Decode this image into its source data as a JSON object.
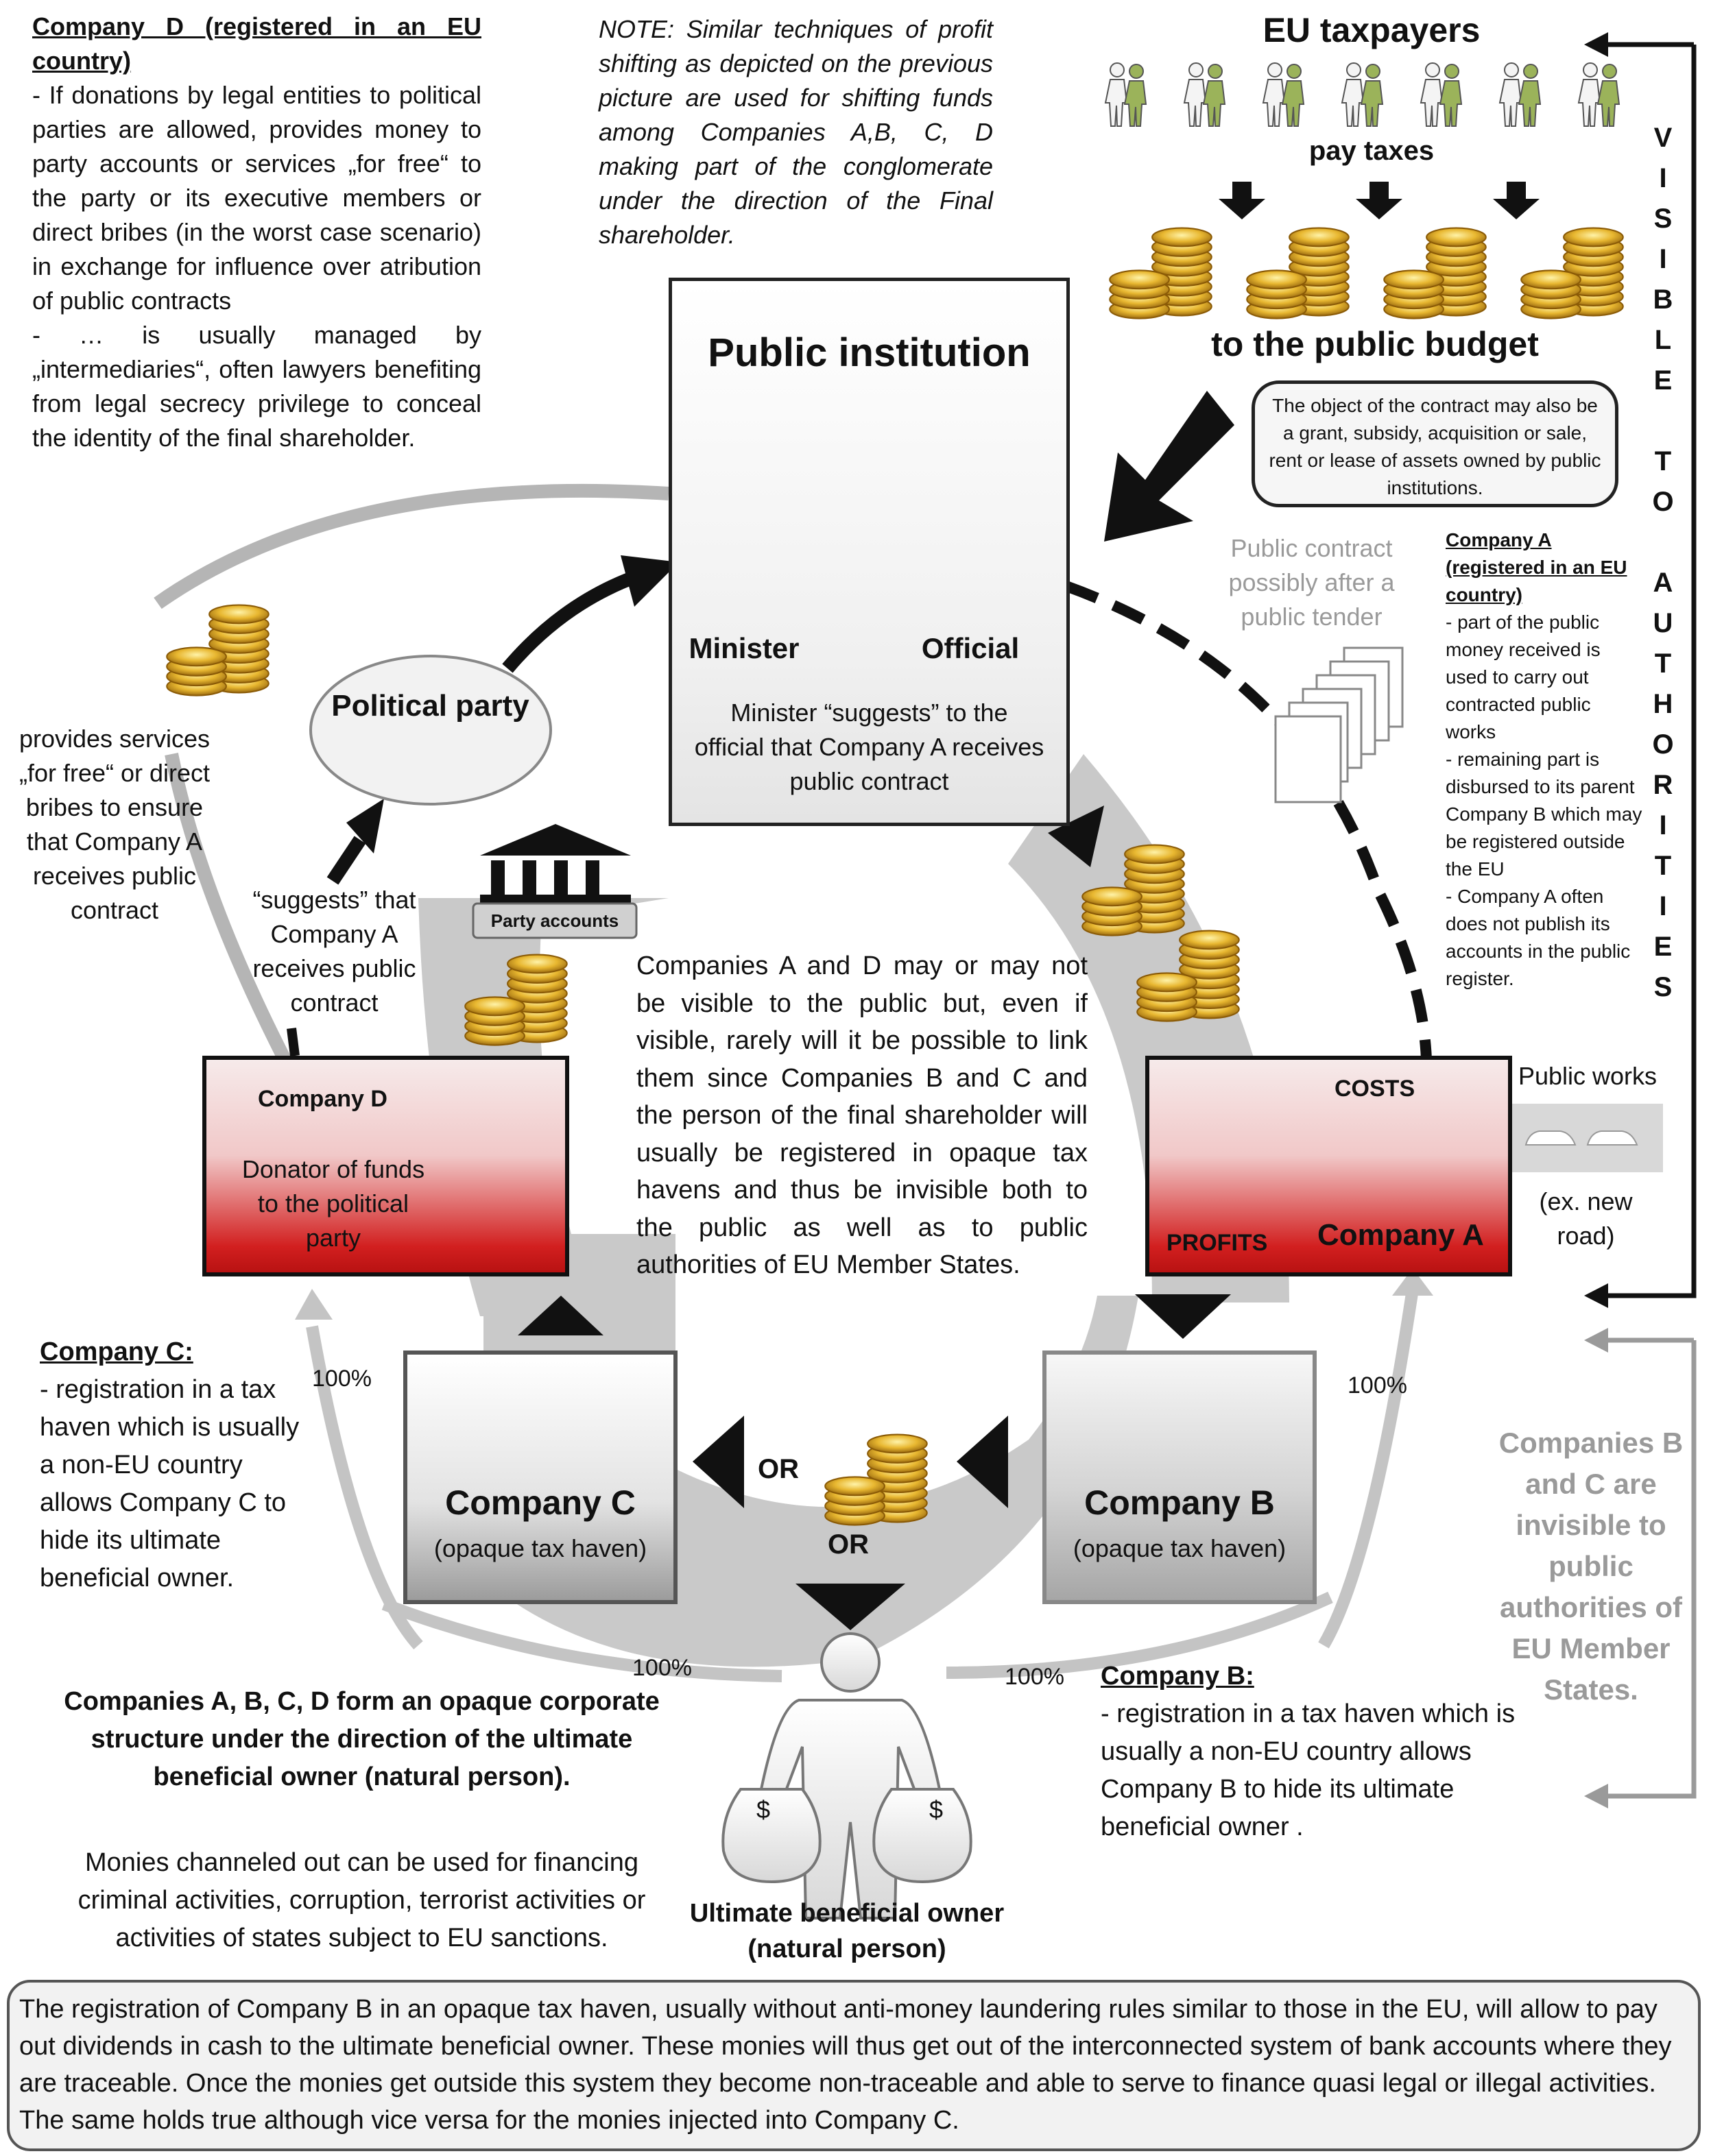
{
  "company_d_note": {
    "title": "Company D (registered in an EU country)",
    "line1": "- If donations by legal entities to political parties are  allowed, provides money to party accounts or services „for free“ to the party or its executive members or direct bribes (in the worst case scenario) in exchange for influence over atribution of public contracts",
    "line2": "- … is usually managed by „intermediaries“, often lawyers benefiting from legal secrecy privilege to conceal the identity of the final shareholder."
  },
  "note_top": "NOTE: Similar techniques of profit shifting as depicted on the previous picture are used for shifting funds among Companies A,B, C, D making part of the conglomerate under the direction of the Final shareholder.",
  "taxpayers": {
    "title": "EU taxpayers",
    "pay_taxes": "pay taxes",
    "public_budget": "to the public budget",
    "contract_note": "The object of the contract may also be a grant, subsidy, acquisition or sale, rent or lease of assets owned by public institutions."
  },
  "visible_to_authorities": [
    "V",
    "I",
    "S",
    "I",
    "B",
    "L",
    "E",
    "",
    "T",
    "O",
    "",
    "A",
    "U",
    "T",
    "H",
    "O",
    "R",
    "I",
    "T",
    "I",
    "E",
    "S"
  ],
  "public_institution": {
    "title": "Public institution",
    "minister": "Minister",
    "official": "Official",
    "caption": "Minister “suggests” to the official that Company A receives public contract"
  },
  "public_contract_label": "Public contract possibly after a public tender",
  "company_a_note": {
    "title": "Company A (registered in an EU country)",
    "p1": "- part of the public money received is used to carry out contracted public works",
    "p2": "- remaining part is disbursed to its parent Company B which may be registered outside the EU",
    "p3": "- Company A often does not publish its accounts in the public register."
  },
  "political_party": "Political party",
  "provides_services": "provides services „for free“ or direct bribes to ensure that Company A receives public contract",
  "suggests_label": "“suggests” that Company A receives public contract",
  "party_accounts": "Party accounts",
  "center_text": "Companies A and D may or may not be visible to the public but, even if visible, rarely will it be possible to link them since Companies B and C and the person of the final shareholder will usually be registered in opaque tax havens and  thus be invisible both to the public as well as to public authorities of EU Member States.",
  "company_d_box": {
    "title": "Company D",
    "desc": "Donator of funds to the political party"
  },
  "company_a_box": {
    "costs": "COSTS",
    "profits": "PROFITS",
    "title": "Company A"
  },
  "public_works": {
    "label": "Public works",
    "example": "(ex. new road)"
  },
  "company_c_note": {
    "title": "Company C:",
    "body": "- registration in a tax haven which is usually a non-EU country allows Company C to hide its ultimate beneficial owner."
  },
  "company_c_box": {
    "title": "Company C",
    "sub": "(opaque tax haven)"
  },
  "company_b_box": {
    "title": "Company B",
    "sub": "(opaque tax haven)"
  },
  "or_label_1": "OR",
  "or_label_2": "OR",
  "pct_left": "100%",
  "pct_right": "100%",
  "pct_bottom_left": "100%",
  "pct_bottom_right": "100%",
  "invisible_note": "Companies B and C are invisible to public authorities of EU Member States.",
  "opaque_structure": "Companies A, B, C, D form an opaque corporate structure under the direction of the ultimate beneficial owner (natural person).",
  "monies_channeled": "Monies channeled out can be used for financing criminal activities, corruption, terrorist activities or activities of states subject to EU sanctions.",
  "ubo_label": "Ultimate beneficial owner  (natural person)",
  "company_b_note": {
    "title": "Company B:",
    "body": "- registration in a tax haven which is usually a non-EU country allows Company B to hide its ultimate beneficial owner ."
  },
  "bottom_note": "The registration of Company B in an opaque tax haven, usually without anti-money laundering rules similar to those in the EU, will allow to pay out dividends in cash to the ultimate beneficial owner. These monies will thus get out of the interconnected system of bank accounts where they are traceable. Once the monies get outside this system they become non-traceable and able to serve to finance quasi legal or illegal activities. The same holds true although vice versa for the monies injected into Company C.",
  "dollar": "$",
  "colors": {
    "red": "#d21f1f",
    "grey_ring": "#bdbdbd",
    "gold": "#d8a521",
    "invisible_text": "#9a9a9a"
  }
}
